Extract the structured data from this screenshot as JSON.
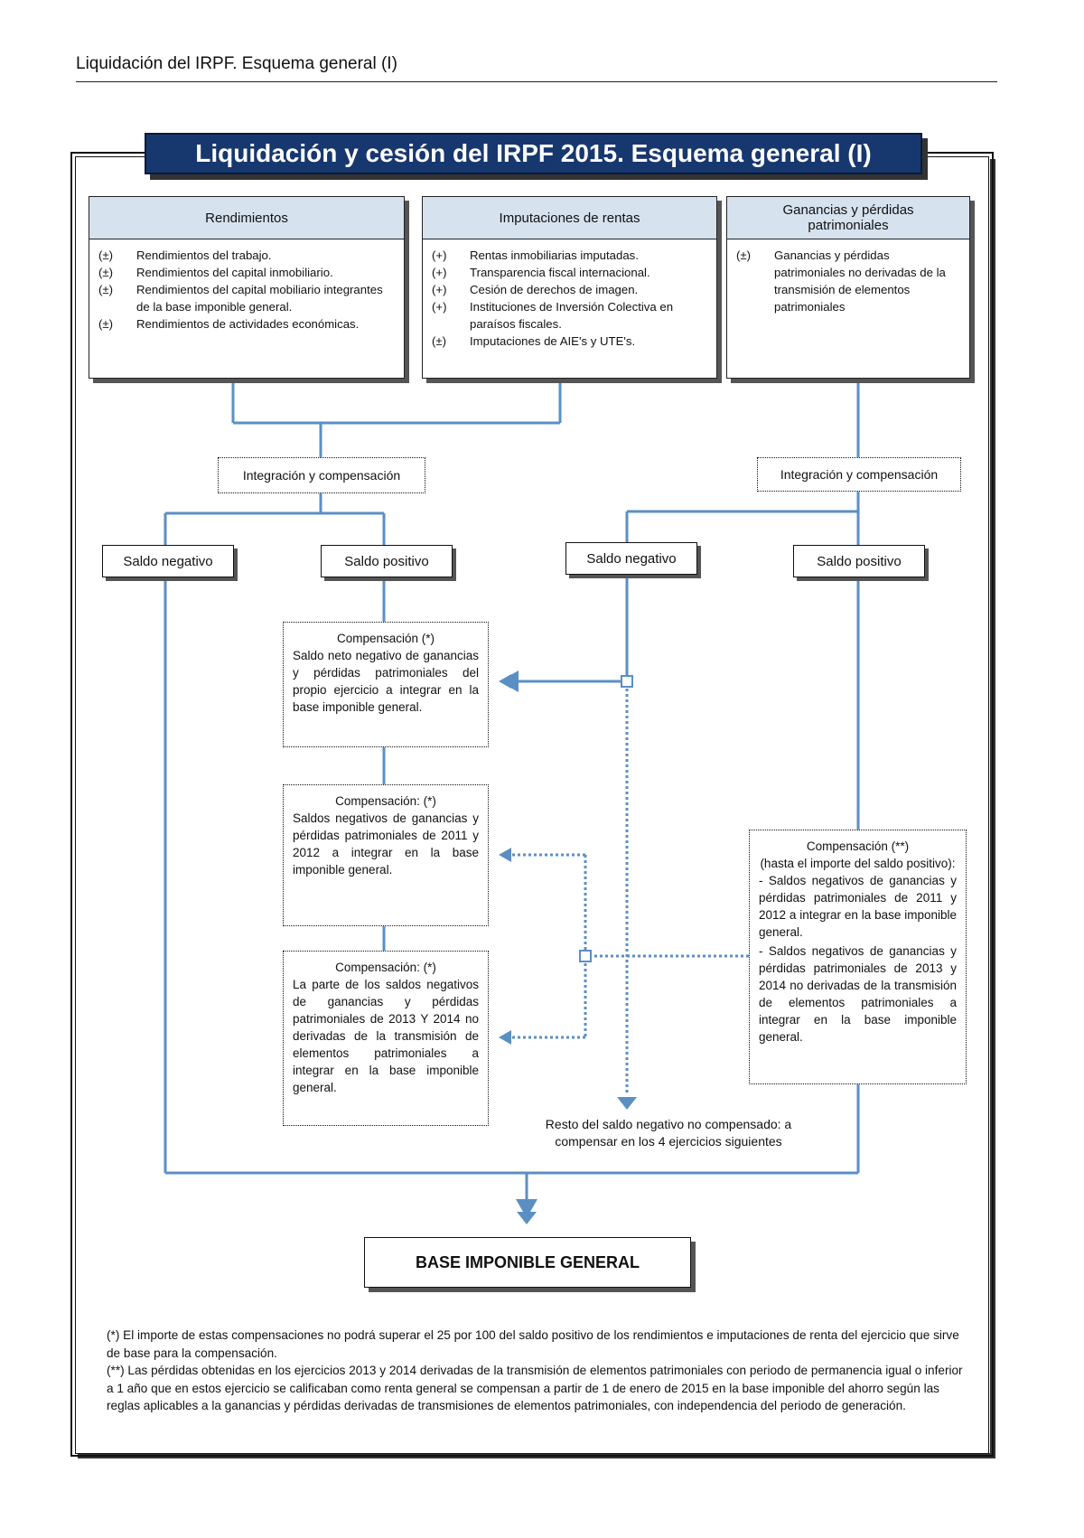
{
  "page_header": "Liquidación del IRPF. Esquema general (I)",
  "main_title": "Liquidación y cesión del IRPF 2015. Esquema general (I)",
  "sources": {
    "rendimientos": {
      "title": "Rendimientos",
      "items": [
        {
          "sign": "(±)",
          "text": "Rendimientos del trabajo."
        },
        {
          "sign": "(±)",
          "text": "Rendimientos del capital inmobiliario."
        },
        {
          "sign": "(±)",
          "text": "Rendimientos del capital mobiliario integrantes de la base imponible general."
        },
        {
          "sign": "(±)",
          "text": "Rendimientos de actividades económicas."
        }
      ]
    },
    "imputaciones": {
      "title": "Imputaciones de rentas",
      "items": [
        {
          "sign": "(+)",
          "text": "Rentas inmobiliarias imputadas."
        },
        {
          "sign": "(+)",
          "text": "Transparencia fiscal internacional."
        },
        {
          "sign": "(+)",
          "text": "Cesión de derechos de imagen."
        },
        {
          "sign": "(+)",
          "text": "Instituciones de Inversión Colectiva en paraísos fiscales."
        },
        {
          "sign": "(±)",
          "text": "Imputaciones de AIE's y UTE's."
        }
      ]
    },
    "ganancias": {
      "title": "Ganancias y pérdidas patrimoniales",
      "items": [
        {
          "sign": "(±)",
          "text": "Ganancias y pérdidas patrimoniales no derivadas de la transmisión de elementos patrimoniales"
        }
      ]
    }
  },
  "integracion_left": "Integración y compensación",
  "integracion_right": "Integración y compensación",
  "saldos": {
    "neg_left": "Saldo negativo",
    "pos_left": "Saldo positivo",
    "neg_right": "Saldo negativo",
    "pos_right": "Saldo positivo"
  },
  "comp1": {
    "title": "Compensación (*)",
    "text": "Saldo neto negativo de ganancias y pérdidas patrimoniales del propio ejercicio a integrar en la base imponible general."
  },
  "comp2": {
    "title": "Compensación: (*)",
    "text": "Saldos negativos de ganancias y pérdidas patrimoniales de 2011 y 2012 a integrar en la base imponible general."
  },
  "comp3": {
    "title": "Compensación: (*)",
    "text": "La parte de los saldos negativos de ganancias y pérdidas patrimoniales de 2013 Y 2014 no derivadas de la transmisión de elementos patrimoniales a integrar en la base imponible general."
  },
  "comp4": {
    "title": "Compensación (**)",
    "subtitle": "(hasta el importe del saldo positivo):",
    "item1": "- Saldos negativos de ganancias y pérdidas patrimoniales de 2011 y 2012 a integrar en la base imponible general.",
    "item2": "- Saldos negativos de ganancias y pérdidas patrimoniales de 2013 y 2014 no derivadas de la transmisión de elementos patrimoniales a integrar en la base imponible general."
  },
  "resto": "Resto del saldo negativo no compensado: a compensar en los 4 ejercicios siguientes",
  "base_imponible": "BASE IMPONIBLE GENERAL",
  "footnotes": {
    "note1": "(*)  El importe de estas compensaciones no podrá superar el 25 por 100 del saldo positivo de los rendimientos e imputaciones de renta del ejercicio que sirve de base para la compensación.",
    "note2": "(**) Las pérdidas obtenidas en los ejercicios 2013 y 2014 derivadas de la transmisión de elementos patrimoniales con periodo de permanencia igual o inferior a 1 año que en estos ejercicio se calificaban como renta general se compensan a partir de 1 de enero de 2015 en la base imponible del ahorro según las reglas aplicables a la ganancias y pérdidas derivadas de transmisiones de elementos patrimoniales, con independencia del periodo de generación."
  },
  "colors": {
    "line": "#5b8fc4",
    "title_bg": "#17376f",
    "header_bg": "#d6e2ee"
  }
}
